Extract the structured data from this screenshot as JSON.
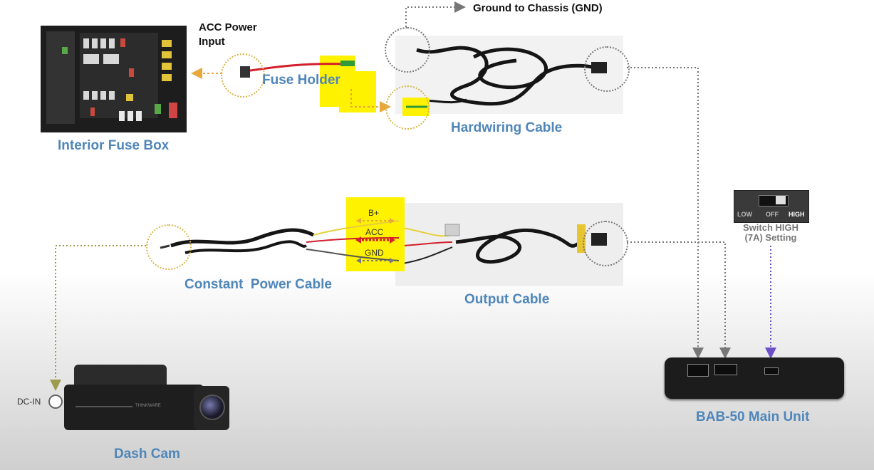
{
  "labels": {
    "acc_power_line1": "ACC Power",
    "acc_power_line2": "Input",
    "ground": "Ground to Chassis (GND)",
    "fuse_holder": "Fuse Holder",
    "interior_fuse_box": "Interior Fuse Box",
    "hardwiring_cable": "Hardwiring Cable",
    "constant_power_cable": "Constant  Power Cable",
    "output_cable": "Output Cable",
    "b_plus": "B+",
    "acc": "ACC",
    "gnd": "GND",
    "switch_low": "LOW",
    "switch_off": "OFF",
    "switch_high": "HIGH",
    "switch_caption_line1": "Switch HIGH",
    "switch_caption_line2": "(7A) Setting",
    "main_unit": "BAB-50 Main Unit",
    "dc_in": "DC-IN",
    "dash_cam": "Dash Cam",
    "dashcam_brand": "THINKWARE"
  },
  "colors": {
    "label_blue": "#4f86b9",
    "highlight": "#fff200",
    "dotted_gold": "#d8b54a",
    "dotted_gray": "#777777",
    "wire_red": "#d21f2b",
    "wire_yellow": "#e8cf3a",
    "wire_green": "#2e9a3a",
    "dotted_olive": "#9c9a4c",
    "dotted_purple": "#6b4fc9",
    "arrow_orange": "#e7a73b"
  }
}
